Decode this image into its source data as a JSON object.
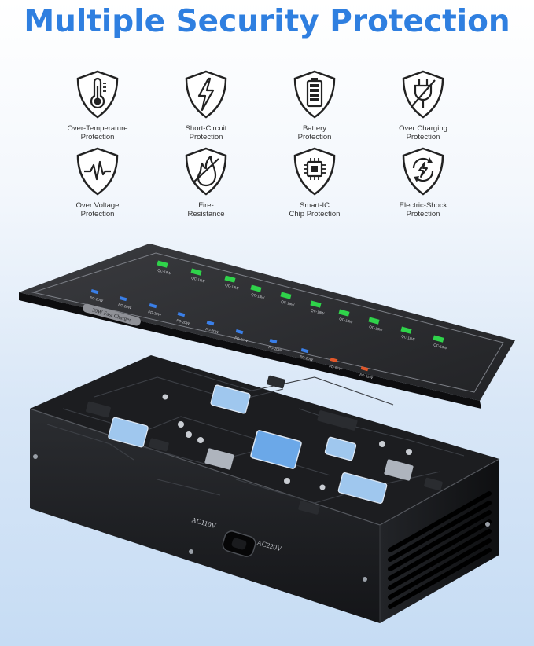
{
  "title": "Multiple Security Protection",
  "features": [
    {
      "label": "Over-Temperature\nProtection",
      "icon": "thermometer-shield-icon"
    },
    {
      "label": "Short-Circuit\nProtection",
      "icon": "lightning-shield-icon"
    },
    {
      "label": "Battery\nProtection",
      "icon": "battery-shield-icon"
    },
    {
      "label": "Over Charging\nProtection",
      "icon": "plug-shield-icon"
    },
    {
      "label": "Over Voltage\nProtection",
      "icon": "waveform-shield-icon"
    },
    {
      "label": "Fire-\nResistance",
      "icon": "flame-shield-icon"
    },
    {
      "label": "Smart-IC\nChip Protection",
      "icon": "chip-shield-icon"
    },
    {
      "label": "Electric-Shock\nProtection",
      "icon": "shock-shield-icon"
    }
  ],
  "device": {
    "panel_badge": "30W Fast Charger",
    "qc_label": "QC-18W",
    "pd_label": "PD-20W",
    "pd_high_label": "PD-65W",
    "ac110": "AC110V",
    "ac220": "AC220V"
  },
  "colors": {
    "title": "#2f7fe0",
    "qc_port": "#2fd34a",
    "pd_port": "#3a7fe8",
    "pd_high_port": "#e0572a"
  }
}
